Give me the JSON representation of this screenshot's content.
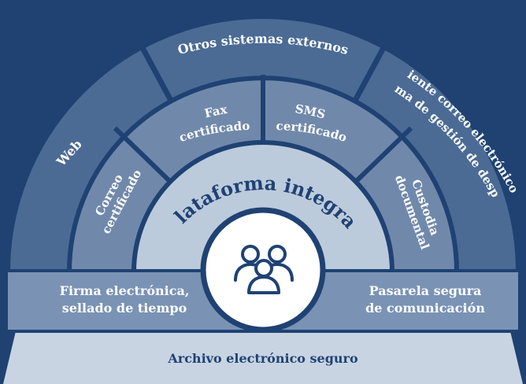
{
  "center": {
    "title": "Plataforma integral",
    "icon": "users-group-icon"
  },
  "outer_ring": {
    "web": "Web",
    "otros": "Otros sistemas externos",
    "cliente_line1": "Cliente correo electrónico y",
    "cliente_line2": "sistema de gestión de despachos"
  },
  "middle_ring": {
    "correo_line1": "Correo",
    "correo_line2": "certificado",
    "fax_line1": "Fax",
    "fax_line2": "certificado",
    "sms_line1": "SMS",
    "sms_line2": "certificado",
    "custodia_line1": "Custodia",
    "custodia_line2": "documental"
  },
  "band": {
    "left_line1": "Firma electrónica,",
    "left_line2": "sellado de tiempo",
    "right_line1": "Pasarela segura",
    "right_line2": "de comunicación"
  },
  "bottom": {
    "label": "Archivo electrónico seguro"
  },
  "colors": {
    "background": "#1f4273",
    "outer_ring": "#4b6b94",
    "middle_ring": "#7089ab",
    "inner": "#bccbdb",
    "band": "#7a93b4",
    "bottom": "#c8d4e2",
    "center": "#ffffff",
    "text_dark": "#1f4273"
  }
}
